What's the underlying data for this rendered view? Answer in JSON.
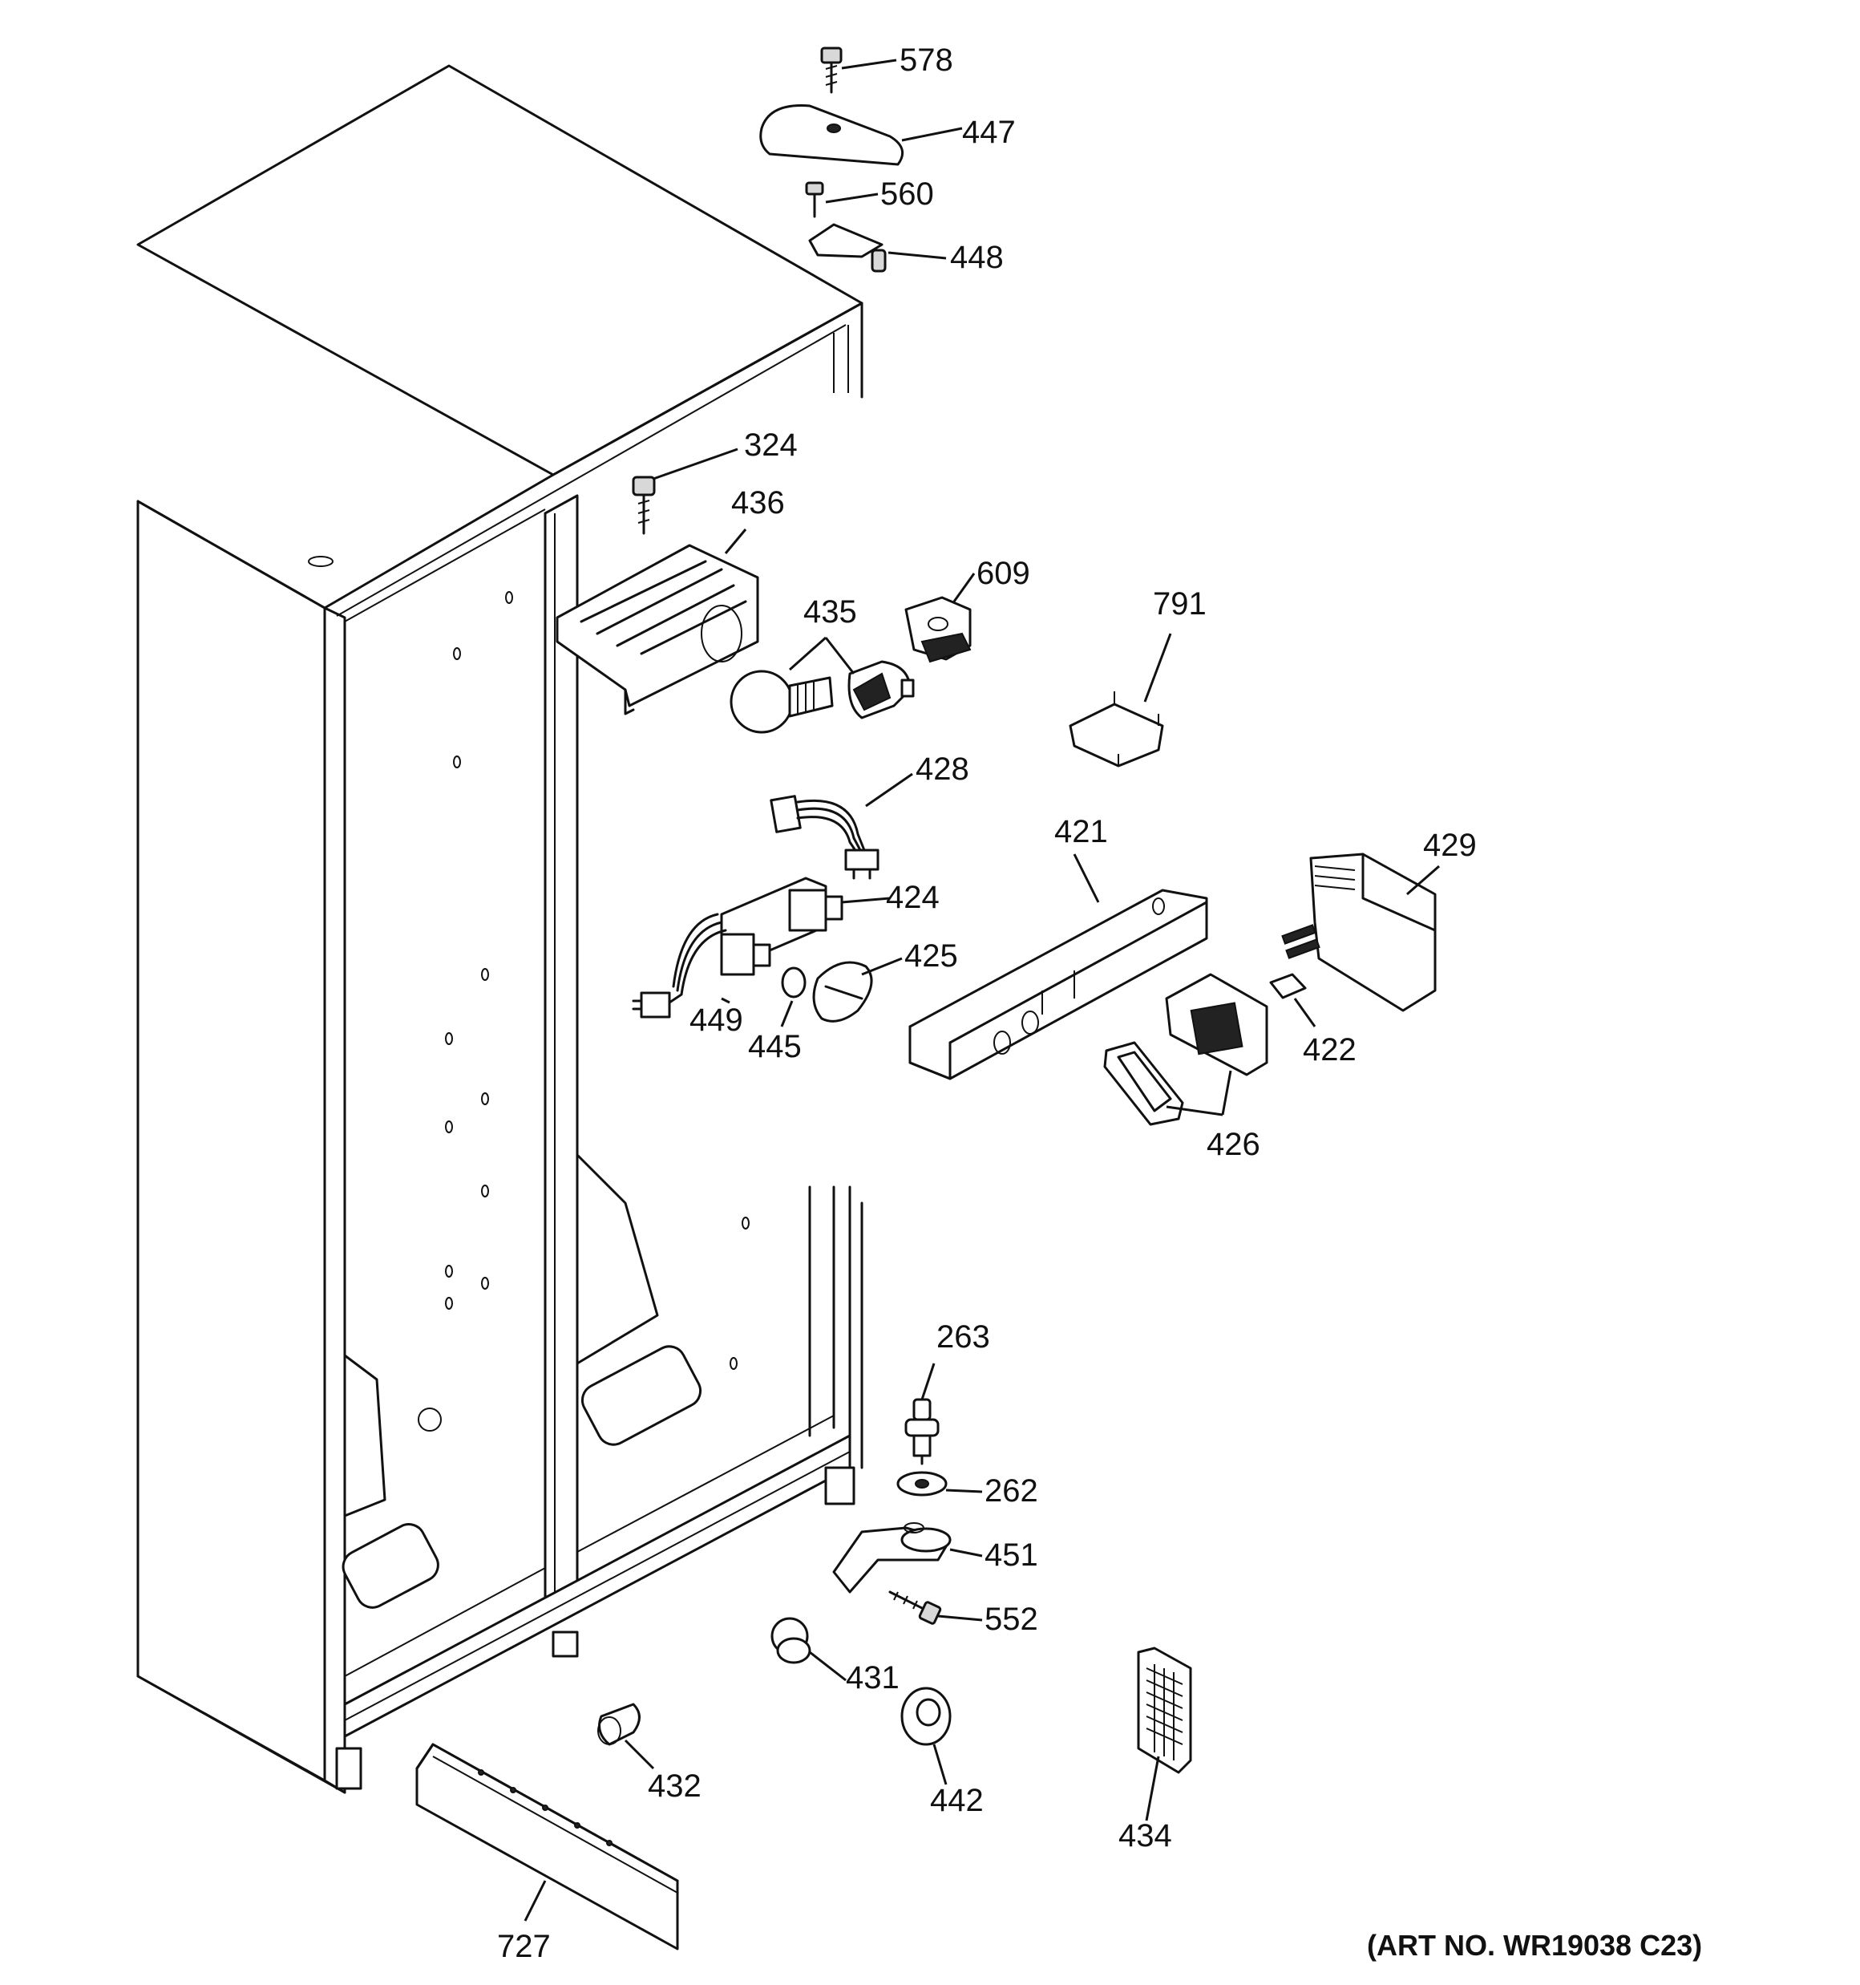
{
  "parts": [
    {
      "id": "p578",
      "label": "578"
    },
    {
      "id": "p447",
      "label": "447"
    },
    {
      "id": "p560",
      "label": "560"
    },
    {
      "id": "p448",
      "label": "448"
    },
    {
      "id": "p324",
      "label": "324"
    },
    {
      "id": "p436",
      "label": "436"
    },
    {
      "id": "p609",
      "label": "609"
    },
    {
      "id": "p435",
      "label": "435"
    },
    {
      "id": "p791",
      "label": "791"
    },
    {
      "id": "p428",
      "label": "428"
    },
    {
      "id": "p421",
      "label": "421"
    },
    {
      "id": "p429",
      "label": "429"
    },
    {
      "id": "p424",
      "label": "424"
    },
    {
      "id": "p425",
      "label": "425"
    },
    {
      "id": "p449",
      "label": "449"
    },
    {
      "id": "p445",
      "label": "445"
    },
    {
      "id": "p422",
      "label": "422"
    },
    {
      "id": "p426",
      "label": "426"
    },
    {
      "id": "p263",
      "label": "263"
    },
    {
      "id": "p262",
      "label": "262"
    },
    {
      "id": "p451",
      "label": "451"
    },
    {
      "id": "p552",
      "label": "552"
    },
    {
      "id": "p431",
      "label": "431"
    },
    {
      "id": "p432",
      "label": "432"
    },
    {
      "id": "p442",
      "label": "442"
    },
    {
      "id": "p434",
      "label": "434"
    },
    {
      "id": "p727",
      "label": "727"
    }
  ],
  "art_number": "(ART NO. WR19038 C23)"
}
